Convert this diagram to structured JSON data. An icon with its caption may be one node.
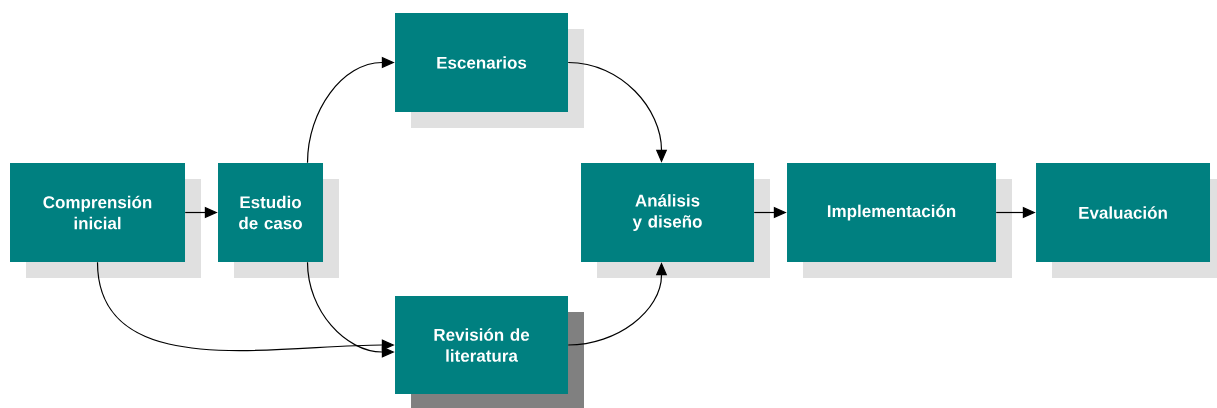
{
  "diagram": {
    "nodes": [
      {
        "text": [
          "Comprensión inicial"
        ]
      },
      {
        "text": [
          "Estudio de caso"
        ]
      },
      {
        "text": [
          "Escenarios"
        ]
      },
      {
        "text": [
          "Revisión de literatura"
        ]
      },
      {
        "text": [
          "Análisis y diseño"
        ]
      },
      {
        "text": [
          "Implementación"
        ]
      },
      {
        "text": [
          "Evaluación"
        ]
      }
    ],
    "edges": [
      {
        "from": 0,
        "to": 1,
        "arrow": "to"
      },
      {
        "from": 1,
        "to": 2,
        "arrow": "to"
      },
      {
        "from": 1,
        "to": 3,
        "arrow": "to"
      },
      {
        "from": 0,
        "to": 3,
        "arrow": "to"
      },
      {
        "from": 2,
        "to": 4,
        "arrow": "to"
      },
      {
        "from": 3,
        "to": 4,
        "arrow": "to"
      },
      {
        "from": 4,
        "to": 5,
        "arrow": "to"
      },
      {
        "from": 5,
        "to": 6,
        "arrow": "to"
      }
    ]
  }
}
